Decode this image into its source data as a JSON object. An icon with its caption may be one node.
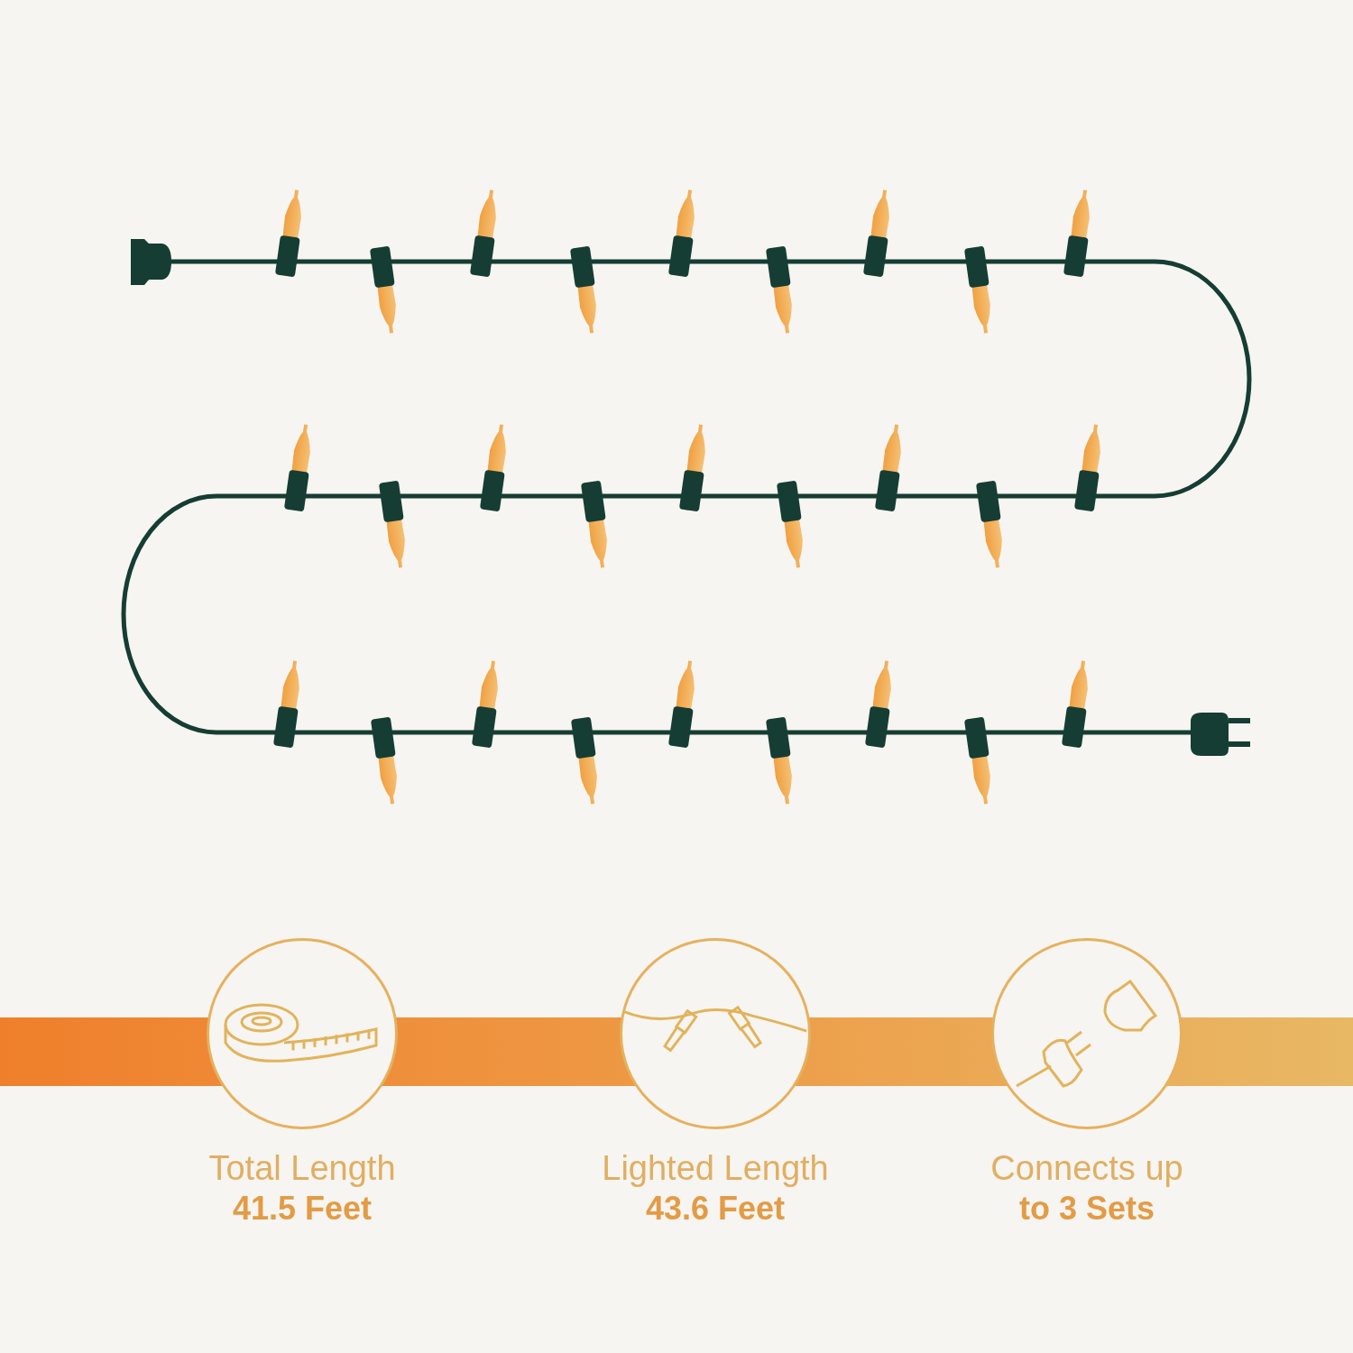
{
  "diagram": {
    "nodes": [
      {
        "text": [],
        "shape": "bar"
      }
    ],
    "labels": [
      "Total Length",
      "41.5 Feet",
      "Lighted Length",
      "43.6 Feet",
      "Connects up",
      "to 3 Sets"
    ]
  }
}
